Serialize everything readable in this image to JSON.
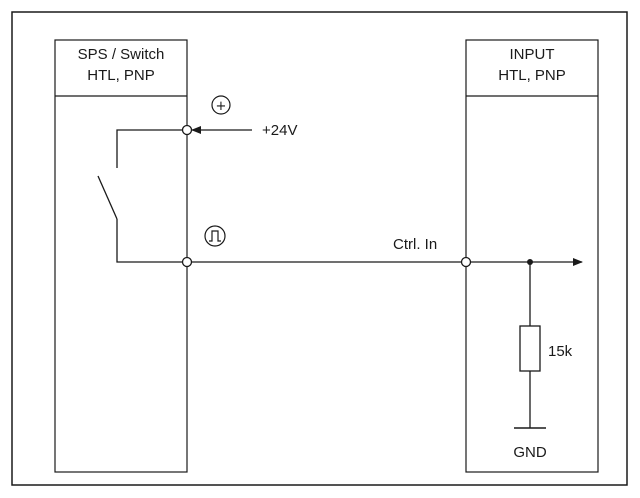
{
  "left_block": {
    "line1": "SPS / Switch",
    "line2": "HTL, PNP"
  },
  "right_block": {
    "line1": "INPUT",
    "line2": "HTL, PNP"
  },
  "supply_label": "+24V",
  "supply_symbol": "+",
  "signal_label": "Ctrl. In",
  "resistor_label": "15k",
  "ground_label": "GND",
  "colors": {
    "line": "#1a1a1a",
    "background": "#ffffff"
  },
  "icons": {
    "supply": "plus-circle-icon",
    "signal": "pulse-circle-icon"
  }
}
